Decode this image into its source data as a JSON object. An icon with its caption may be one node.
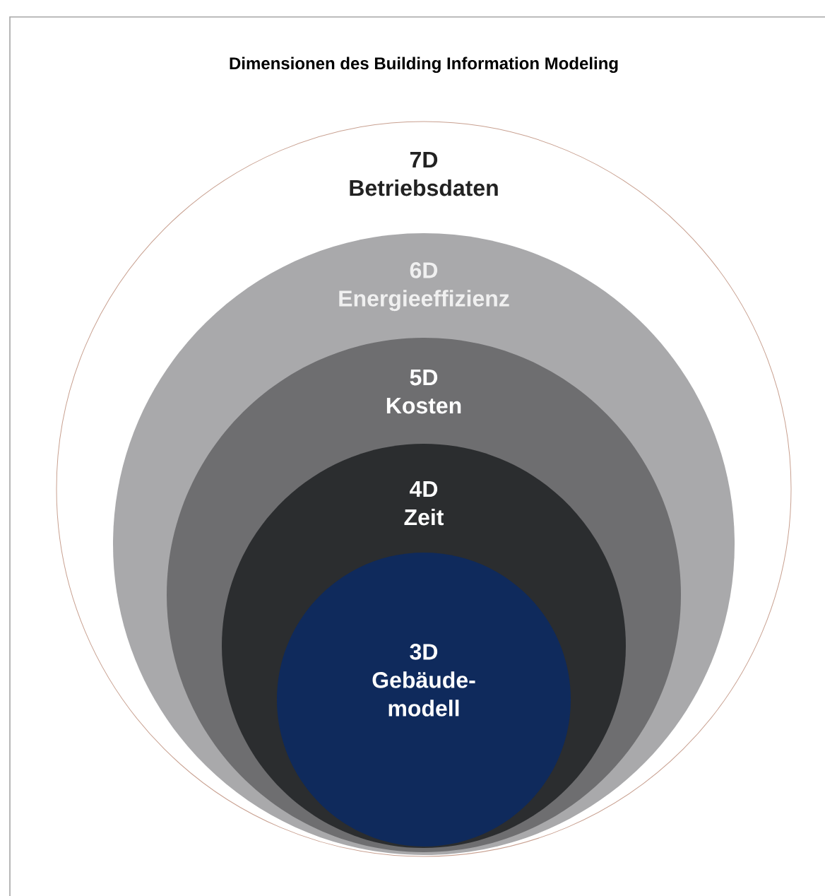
{
  "diagram": {
    "title": "Dimensionen des Building Information Modeling",
    "nodes": [
      {
        "text": [
          "7D",
          "Betriebsdaten"
        ]
      },
      {
        "text": [
          "6D",
          "Energieeffizienz"
        ],
        "in": 0
      },
      {
        "text": [
          "5D",
          "Kosten"
        ],
        "in": 1
      },
      {
        "text": [
          "4D",
          "Zeit"
        ],
        "in": 2
      },
      {
        "text": [
          "3D",
          "Gebäude- modell"
        ],
        "in": 3
      }
    ]
  }
}
